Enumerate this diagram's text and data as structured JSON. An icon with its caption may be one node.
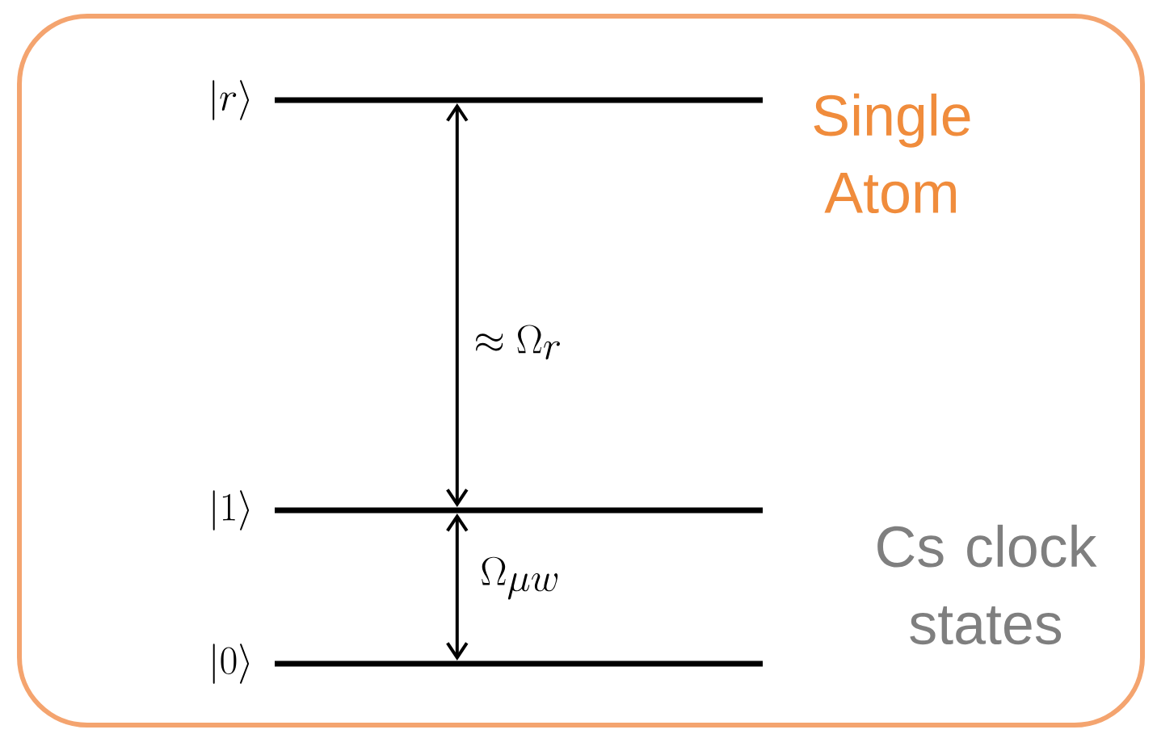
{
  "diagram": {
    "nodes": [
      {
        "text": [],
        "shape": "bar",
        "beside": [
          "|r\\rangle"
        ]
      },
      {
        "text": [],
        "shape": "bar",
        "beside": [
          "|1\\rangle"
        ]
      },
      {
        "text": [],
        "shape": "bar",
        "beside": [
          "|0\\rangle"
        ]
      }
    ],
    "edges": [
      {
        "from": 1,
        "to": 0,
        "arrow": "both",
        "label": "\\approx \\Omega_r"
      },
      {
        "from": 2,
        "to": 1,
        "arrow": "both",
        "label": "\\Omega_{\\mu w}"
      }
    ],
    "labels": [
      "Single Atom",
      "Cs clock states"
    ]
  }
}
